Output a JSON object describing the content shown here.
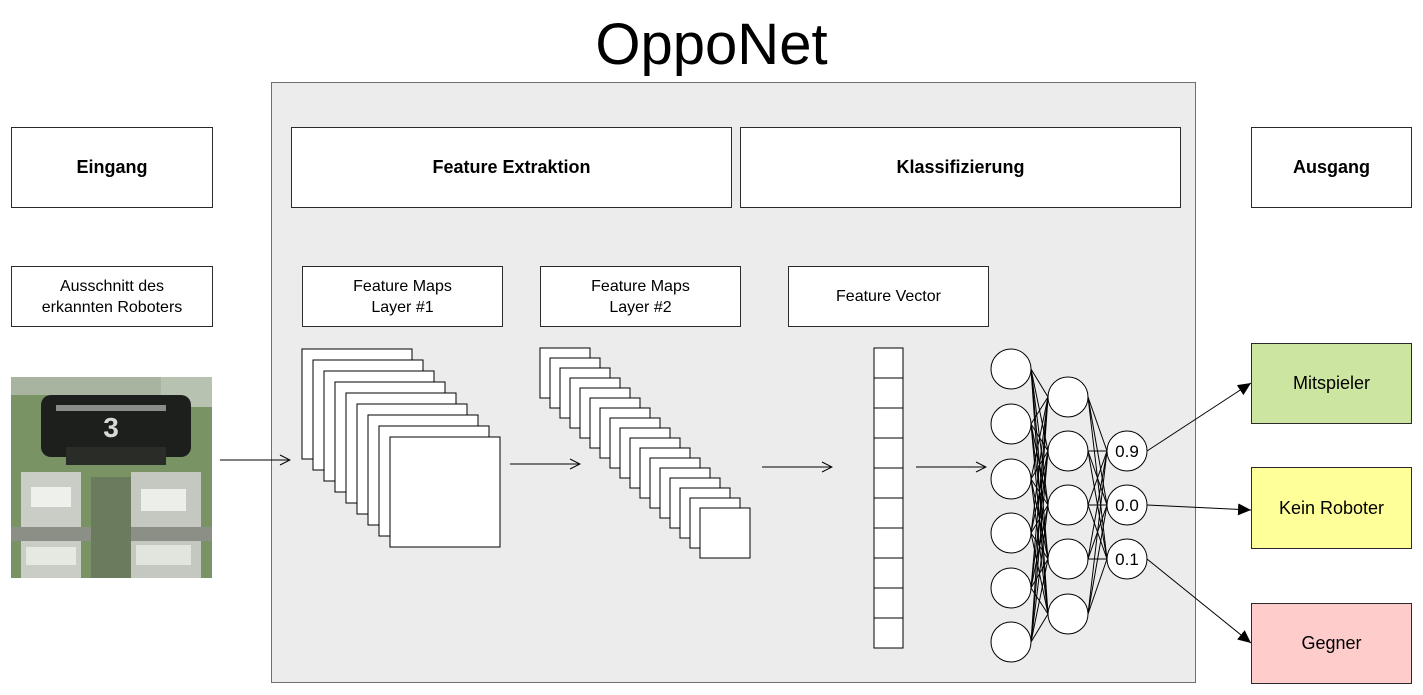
{
  "title": "OppoNet",
  "sections": {
    "input": "Eingang",
    "feature_extraction": "Feature Extraktion",
    "classification": "Klassifizierung",
    "output": "Ausgang"
  },
  "labels": {
    "input_crop": "Ausschnitt des\nerkannten Roboters",
    "fmap1": "Feature Maps\nLayer #1",
    "fmap2": "Feature Maps\nLayer #2",
    "fvector": "Feature Vector"
  },
  "robot_jersey_number": "3",
  "output_values": [
    "0.9",
    "0.0",
    "0.1"
  ],
  "classes": [
    {
      "label": "Mitspieler",
      "color": "#cce5a0"
    },
    {
      "label": "Kein Roboter",
      "color": "#ffff99"
    },
    {
      "label": "Gegner",
      "color": "#ffcccc"
    }
  ],
  "colors": {
    "panel": "#ececec",
    "border": "#2b2b2b"
  }
}
